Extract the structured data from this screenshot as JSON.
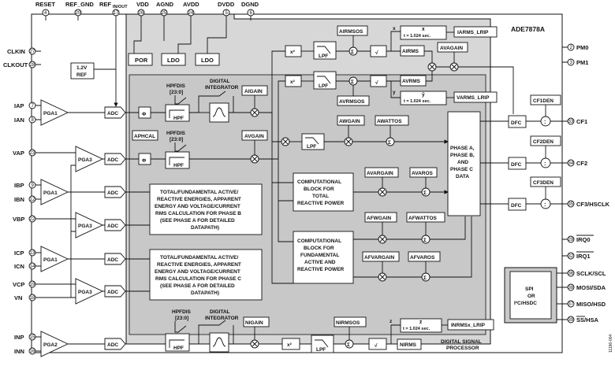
{
  "part_number": "ADE7878A",
  "watermark": "11196-004",
  "top_pins": {
    "reset": {
      "label": "RESET",
      "pin": "4"
    },
    "ref_gnd": {
      "label": "REF_GND",
      "pin": "20"
    },
    "ref_inout": {
      "label": "REF",
      "sub": "IN/OUT",
      "pin": "17"
    },
    "vdd": {
      "label": "VDD",
      "pin": "26"
    },
    "agnd": {
      "label": "AGND",
      "pin": "25"
    },
    "avdd": {
      "label": "AVDD",
      "pin": "24"
    },
    "dvdd": {
      "label": "DVDD",
      "pin": "5"
    },
    "dgnd": {
      "label": "DGND",
      "pin": "6"
    }
  },
  "left_pins": {
    "clkin": {
      "label": "CLKIN",
      "pin": "27"
    },
    "clkout": {
      "label": "CLKOUT",
      "pin": "28"
    },
    "iap": {
      "label": "IAP",
      "pin": "7"
    },
    "ian": {
      "label": "IAN",
      "pin": "8"
    },
    "vap": {
      "label": "VAP",
      "pin": "23"
    },
    "ibp": {
      "label": "IBP",
      "pin": "9"
    },
    "ibn": {
      "label": "IBN",
      "pin": "12"
    },
    "vbp": {
      "label": "VBP",
      "pin": "22"
    },
    "icp": {
      "label": "ICP",
      "pin": "13"
    },
    "icn": {
      "label": "ICN",
      "pin": "14"
    },
    "vcp": {
      "label": "VCP",
      "pin": "19"
    },
    "vn": {
      "label": "VN",
      "pin": "18"
    },
    "inp": {
      "label": "INP",
      "pin": "15"
    },
    "inn": {
      "label": "INN",
      "pin": "16"
    }
  },
  "right_pins": {
    "pm0": {
      "label": "PM0",
      "pin": "2"
    },
    "pm1": {
      "label": "PM1",
      "pin": "3"
    },
    "cf1": {
      "label": "CF1",
      "pin": "33"
    },
    "cf2": {
      "label": "CF2",
      "pin": "34"
    },
    "cf3": {
      "label": "CF3/HSCLK",
      "pin": "35"
    },
    "irq0": {
      "label": "IRQ0",
      "pin": "29"
    },
    "irq1": {
      "label": "IRQ1",
      "pin": "32"
    },
    "sclk": {
      "label": "SCLK/SCL",
      "pin": "36"
    },
    "mosi": {
      "label": "MOSI/SDA",
      "pin": "38"
    },
    "miso": {
      "label": "MISO/HSD",
      "pin": "37"
    },
    "ss": {
      "label": "SS/HSA",
      "pin": "39"
    }
  },
  "blocks": {
    "por": "POR",
    "ldo": "LDO",
    "ref12_line1": "1.2V",
    "ref12_line2": "REF",
    "pga1": "PGA1",
    "pga2": "PGA2",
    "pga3": "PGA3",
    "adc": "ADC",
    "phi": "Φ",
    "hpf": "HPF",
    "hpfdis_line1": "HPFDIS",
    "hpfdis_line2": "[23:0]",
    "integrator_line1": "DIGITAL",
    "integrator_line2": "INTEGRATOR",
    "aigain": "AIGAIN",
    "avgain": "AVGAIN",
    "aphcal": "APHCAL",
    "x2": "x²",
    "lpf": "LPF",
    "sqrt": "√",
    "airmsos": "AIRMSOS",
    "avrmsos": "AVRMSOS",
    "airms": "AIRMS",
    "avrms": "AVRMS",
    "avagain": "AVAGAIN",
    "irms_lrip": "IARMS_LRIP",
    "vrms_lrip": "VARMS_LRIP",
    "t_1024": "t = 1.024 sec.",
    "xbar": "x̄",
    "ybar": "ȳ",
    "zbar": "z̄",
    "x": "x",
    "y": "y",
    "z": "z",
    "awgain": "AWGAIN",
    "awattos": "AWATTOS",
    "avargain": "AVARGAIN",
    "avaros": "AVAROS",
    "afwgain": "AFWGAIN",
    "afwattos": "AFWATTOS",
    "afvargain": "AFVARGAIN",
    "afvaros": "AFVAROS",
    "comp_total": [
      "COMPUTATIONAL",
      "BLOCK FOR",
      "TOTAL",
      "REACTIVE POWER"
    ],
    "comp_fund": [
      "COMPUTATIONAL",
      "BLOCK FOR",
      "FUNDAMENTAL",
      "ACTIVE AND",
      "REACTIVE POWER"
    ],
    "phase_data": [
      "PHASE A,",
      "PHASE B,",
      "AND",
      "PHASE C",
      "DATA"
    ],
    "phase_b_text": [
      "TOTAL/FUNDAMENTAL ACTIVE/",
      "REACTIVE ENERGIES, APPARENT",
      "ENERGY AND VOLTAGE/CURRENT",
      "RMS CALCULATION FOR PHASE B",
      "(SEE PHASE A FOR DETAILED",
      "DATAPATH)"
    ],
    "phase_c_text": [
      "TOTAL/FUNDAMENTAL ACTIVE/",
      "REACTIVE ENERGIES, APPARENT",
      "ENERGY AND VOLTAGE/CURRENT",
      "RMS CALCULATION FOR PHASE C",
      "(SEE PHASE A FOR DETAILED",
      "DATAPATH)"
    ],
    "dfc": "DFC",
    "cf1den": "CF1DEN",
    "cf2den": "CF2DEN",
    "cf3den": "CF3DEN",
    "div": ":",
    "nigain": "NIGAIN",
    "nirmsos": "NIRMSOS",
    "nirms": "NIRMS",
    "inrms_lrip": "INRMSx_LRIP",
    "dsp_line1": "DIGITAL SIGNAL",
    "dsp_line2": "PROCESSOR",
    "spi": [
      "SPI",
      "OR",
      "I²C/HSDC"
    ]
  }
}
